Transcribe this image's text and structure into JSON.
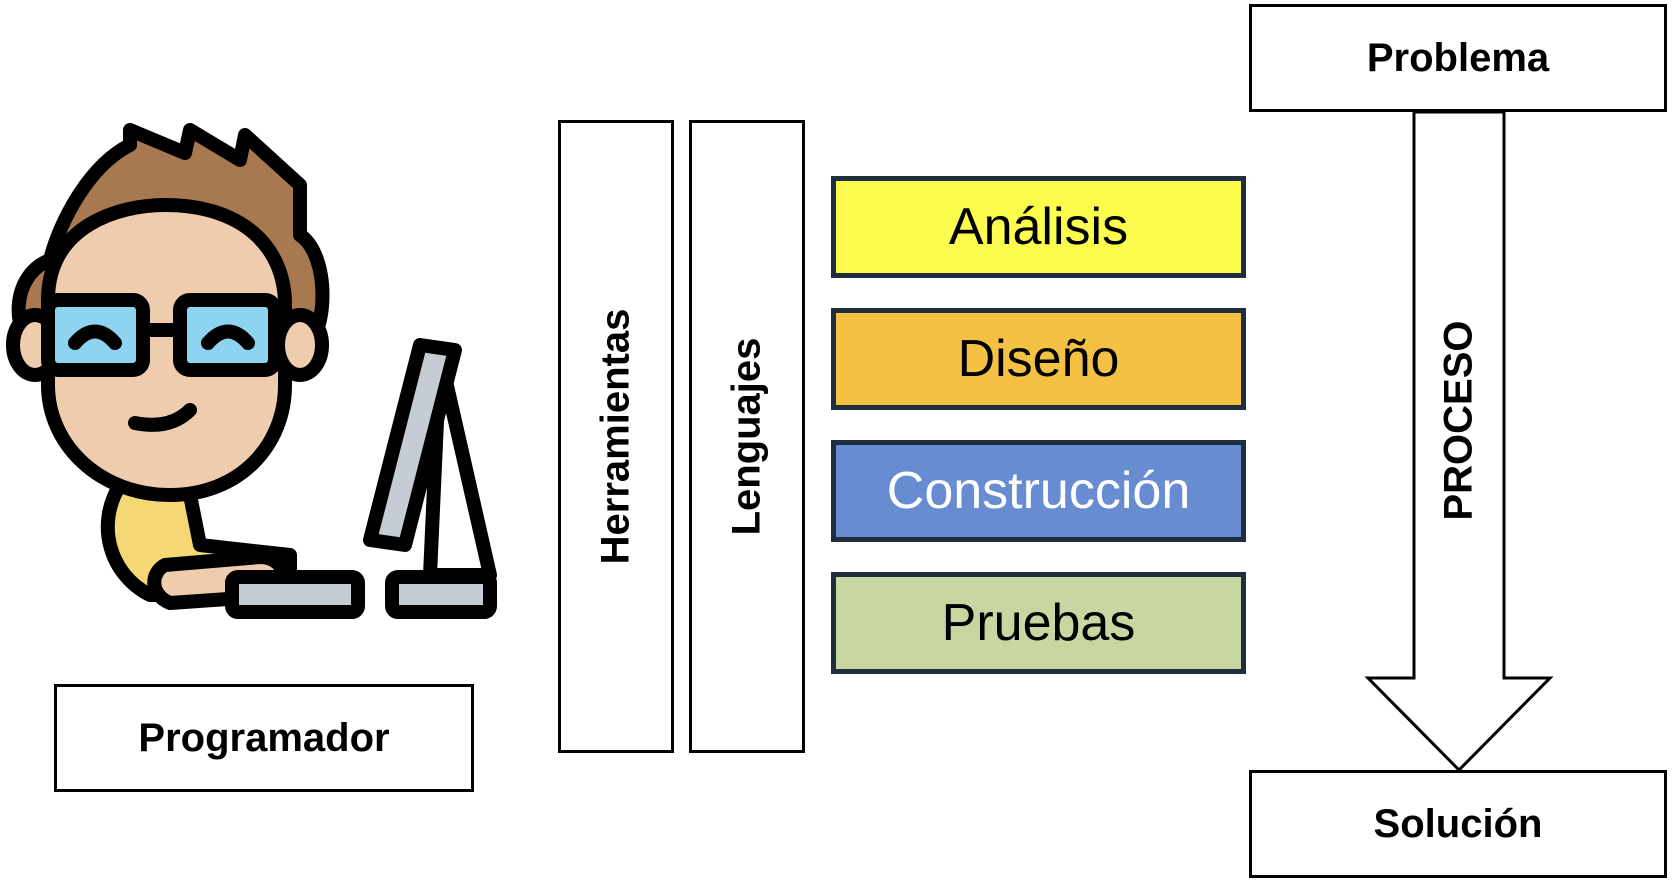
{
  "programmer": {
    "label": "Programador",
    "icon": "programmer-at-computer-icon"
  },
  "columns": {
    "tools": "Herramientas",
    "languages": "Lenguajes"
  },
  "phases": [
    {
      "label": "Análisis",
      "color": "#fcfc4f",
      "text_color": "#000000"
    },
    {
      "label": "Diseño",
      "color": "#f4c142",
      "text_color": "#000000"
    },
    {
      "label": "Construcción",
      "color": "#678cd1",
      "text_color": "#ffffff"
    },
    {
      "label": "Pruebas",
      "color": "#c8d7a1",
      "text_color": "#000000"
    }
  ],
  "flow": {
    "start": "Problema",
    "process": "PROCESO",
    "end": "Solución"
  }
}
